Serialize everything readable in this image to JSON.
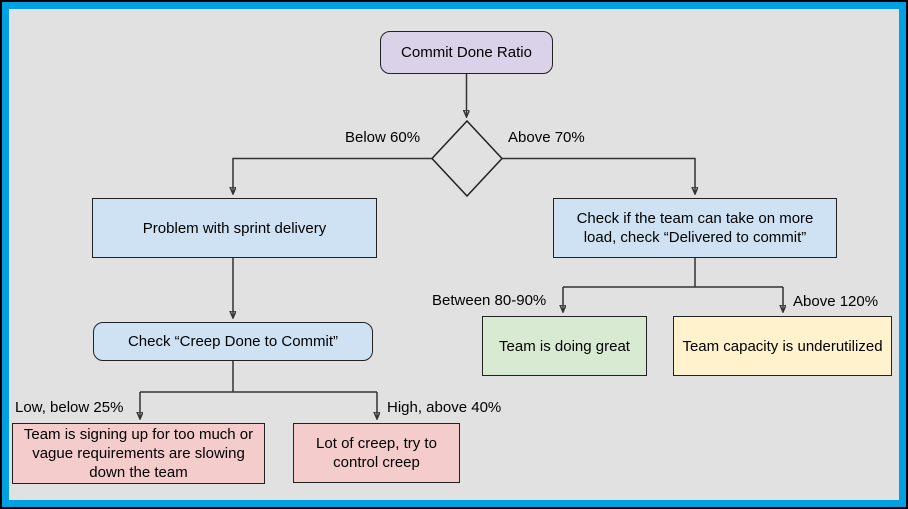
{
  "frame": {
    "border_color": "#00a1e4",
    "background_color": "#e1e1e1"
  },
  "colors": {
    "purple_fill": "#d9d2e9",
    "blue_fill": "#cfe2f3",
    "green_fill": "#d9ead3",
    "yellow_fill": "#fff2cc",
    "pink_fill": "#f4cccc",
    "line_color": "#333333"
  },
  "nodes": {
    "root": {
      "label": "Commit Done Ratio",
      "fill": "#d9d2e9"
    },
    "decision": {
      "fill": "#cfe2f3"
    },
    "problem": {
      "label": "Problem with sprint delivery",
      "fill": "#cfe2f3"
    },
    "check_load": {
      "label": "Check if the team can take on more load, check “Delivered to commit”",
      "fill": "#cfe2f3"
    },
    "check_creep": {
      "label": "Check “Creep Done to Commit”",
      "fill": "#cfe2f3"
    },
    "too_much": {
      "label": "Team is signing up for too much or vague requirements are slowing down the team",
      "fill": "#f4cccc"
    },
    "lot_creep": {
      "label": "Lot of creep, try to control creep",
      "fill": "#f4cccc"
    },
    "doing_great": {
      "label": "Team is doing great",
      "fill": "#d9ead3"
    },
    "underutilized": {
      "label": "Team capacity is underutilized",
      "fill": "#fff2cc"
    }
  },
  "edge_labels": {
    "below_60": "Below 60%",
    "above_70": "Above 70%",
    "between_80_90": "Between 80-90%",
    "above_120": "Above 120%",
    "low_below_25": "Low, below 25%",
    "high_above_40": "High, above 40%"
  }
}
